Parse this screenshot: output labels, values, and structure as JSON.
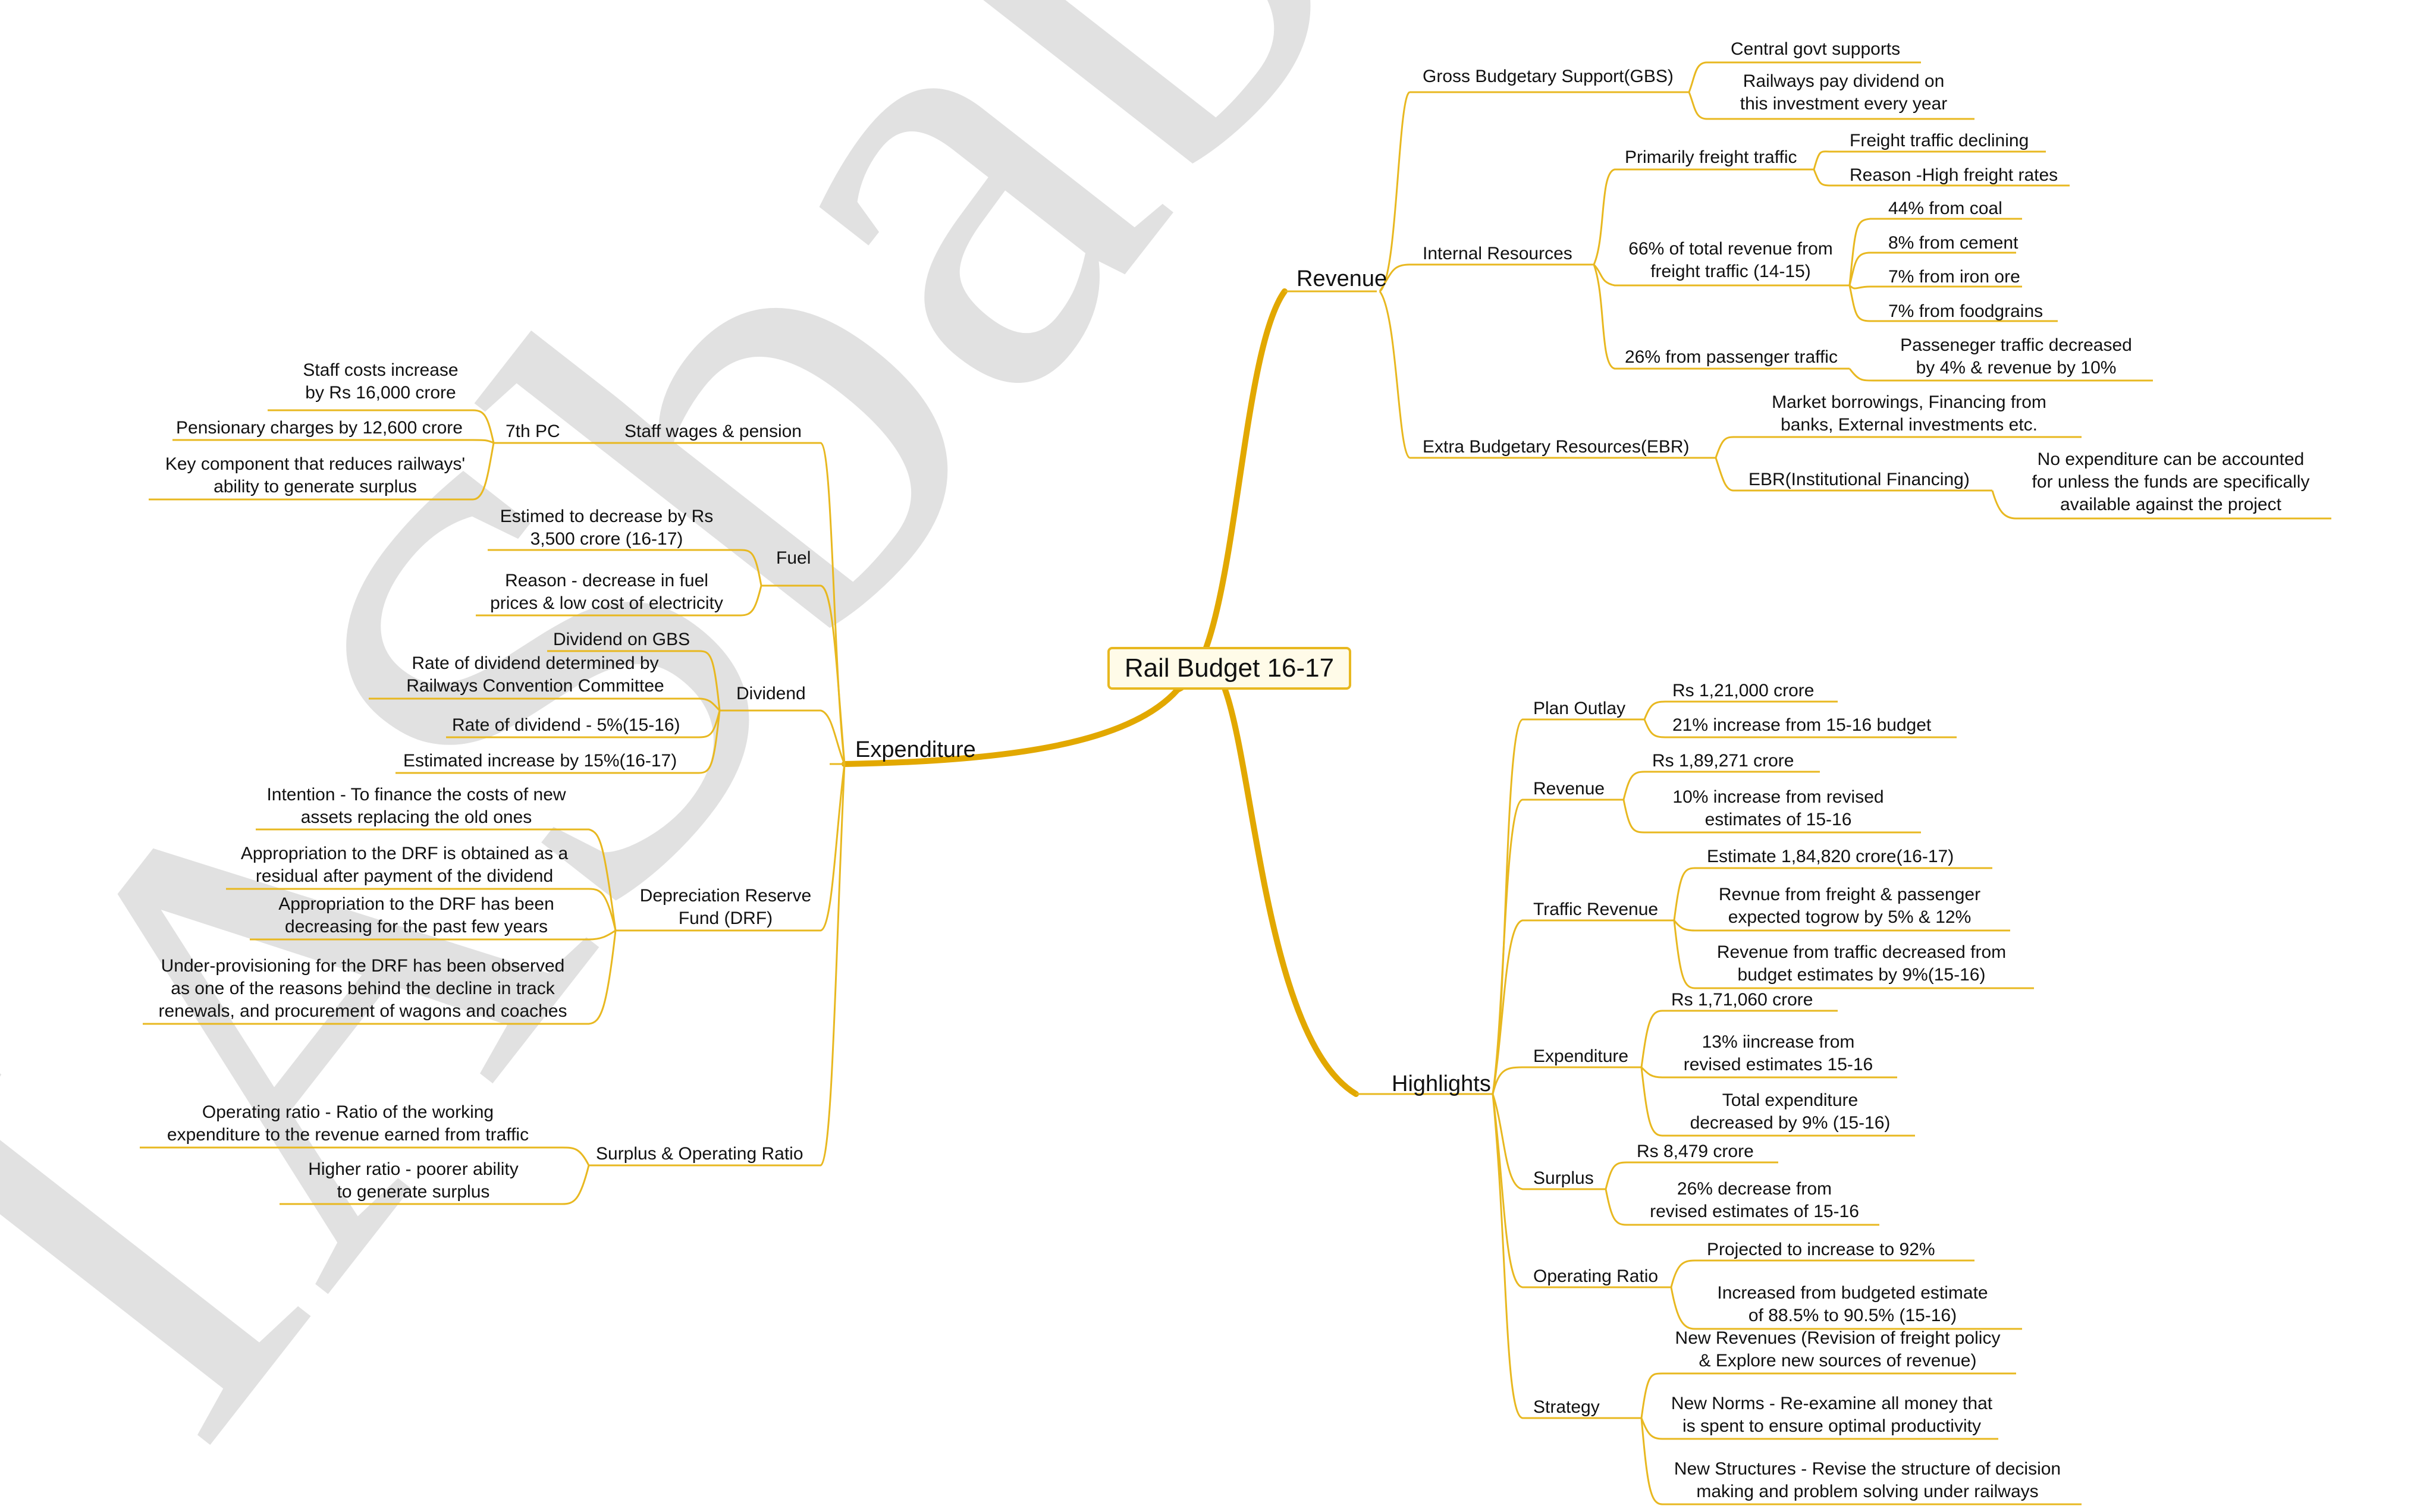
{
  "watermark": "IASbaba",
  "colors": {
    "line": "#e8b820",
    "main_line": "#e2a800",
    "watermark": "#d9d9d9"
  },
  "root": "Rail Budget 16-17",
  "revenue": {
    "label": "Revenue",
    "gbs": {
      "label": "Gross Budgetary Support(GBS)",
      "items": [
        "Central govt supports",
        "Railways pay dividend on\nthis investment every year"
      ]
    },
    "internal": {
      "label": "Internal Resources",
      "freight": {
        "label": "Primarily freight traffic",
        "items": [
          "Freight traffic declining",
          "Reason -High freight rates"
        ]
      },
      "share": {
        "label": "66% of total revenue from\nfreight traffic (14-15)",
        "items": [
          "44% from coal",
          "8% from cement",
          "7% from iron ore",
          "7% from foodgrains"
        ]
      },
      "passenger": {
        "label": "26% from passenger traffic",
        "items": [
          "Passeneger traffic decreased\nby 4% & revenue by 10%"
        ]
      }
    },
    "ebr": {
      "label": "Extra Budgetary Resources(EBR)",
      "items": [
        "Market borrowings, Financing from\nbanks, External investments etc."
      ],
      "inst": {
        "label": "EBR(Institutional Financing)",
        "items": [
          "No expenditure can be accounted\nfor unless the funds are specifically\navailable against the project"
        ]
      }
    }
  },
  "highlights": {
    "label": "Highlights",
    "plan_outlay": {
      "label": "Plan Outlay",
      "items": [
        "Rs 1,21,000 crore",
        "21% increase from 15-16 budget"
      ]
    },
    "revenue": {
      "label": "Revenue",
      "items": [
        "Rs 1,89,271 crore",
        "10% increase from revised\nestimates of 15-16"
      ]
    },
    "traffic": {
      "label": "Traffic Revenue",
      "items": [
        "Estimate 1,84,820 crore(16-17)",
        "Revnue from freight & passenger\nexpected togrow by 5% & 12%",
        "Revenue from traffic decreased from\nbudget estimates by 9%(15-16)"
      ]
    },
    "expenditure": {
      "label": "Expenditure",
      "items": [
        "Rs 1,71,060 crore",
        "13% iincrease from\nrevised estimates 15-16",
        "Total expenditure\ndecreased by 9% (15-16)"
      ]
    },
    "surplus": {
      "label": "Surplus",
      "items": [
        "Rs 8,479 crore",
        "26% decrease from\nrevised estimates of 15-16"
      ]
    },
    "operating": {
      "label": "Operating Ratio",
      "items": [
        "Projected to increase to 92%",
        "Increased from budgeted estimate\nof 88.5% to 90.5% (15-16)"
      ]
    },
    "strategy": {
      "label": "Strategy",
      "items": [
        "New Revenues (Revision of freight policy\n& Explore new sources of revenue)",
        "New Norms - Re-examine all money that\nis spent to ensure optimal productivity",
        "New Structures - Revise the structure of decision\nmaking and problem solving under railways"
      ]
    }
  },
  "expenditure": {
    "label": "Expenditure",
    "staff": {
      "label": "Staff wages & pension",
      "pc": {
        "label": "7th PC",
        "items": [
          "Staff costs increase\nby Rs 16,000 crore",
          "Pensionary charges by 12,600 crore",
          "Key component that reduces railways'\nability to generate surplus"
        ]
      }
    },
    "fuel": {
      "label": "Fuel",
      "items": [
        "Estimed to decrease by Rs\n3,500 crore (16-17)",
        "Reason - decrease in fuel\nprices & low cost of electricity"
      ]
    },
    "dividend": {
      "label": "Dividend",
      "items": [
        "Dividend on GBS",
        "Rate of dividend determined by\nRailways Convention Committee",
        "Rate of dividend - 5%(15-16)",
        "Estimated increase by 15%(16-17)"
      ]
    },
    "drf": {
      "label": "Depreciation Reserve\nFund (DRF)",
      "items": [
        "Intention - To finance the costs of new\nassets replacing the old ones",
        "Appropriation to the DRF is obtained as a\nresidual after payment of the dividend",
        "Appropriation to the DRF has been\ndecreasing for the past few years",
        "Under-provisioning for the DRF has been observed\nas one of the reasons behind the decline in track\nrenewals, and procurement of wagons and coaches"
      ]
    },
    "surplus": {
      "label": "Surplus & Operating Ratio",
      "items": [
        "Operating ratio - Ratio of the working\nexpenditure to the revenue earned from traffic",
        "Higher ratio - poorer ability\nto generate surplus"
      ]
    }
  }
}
